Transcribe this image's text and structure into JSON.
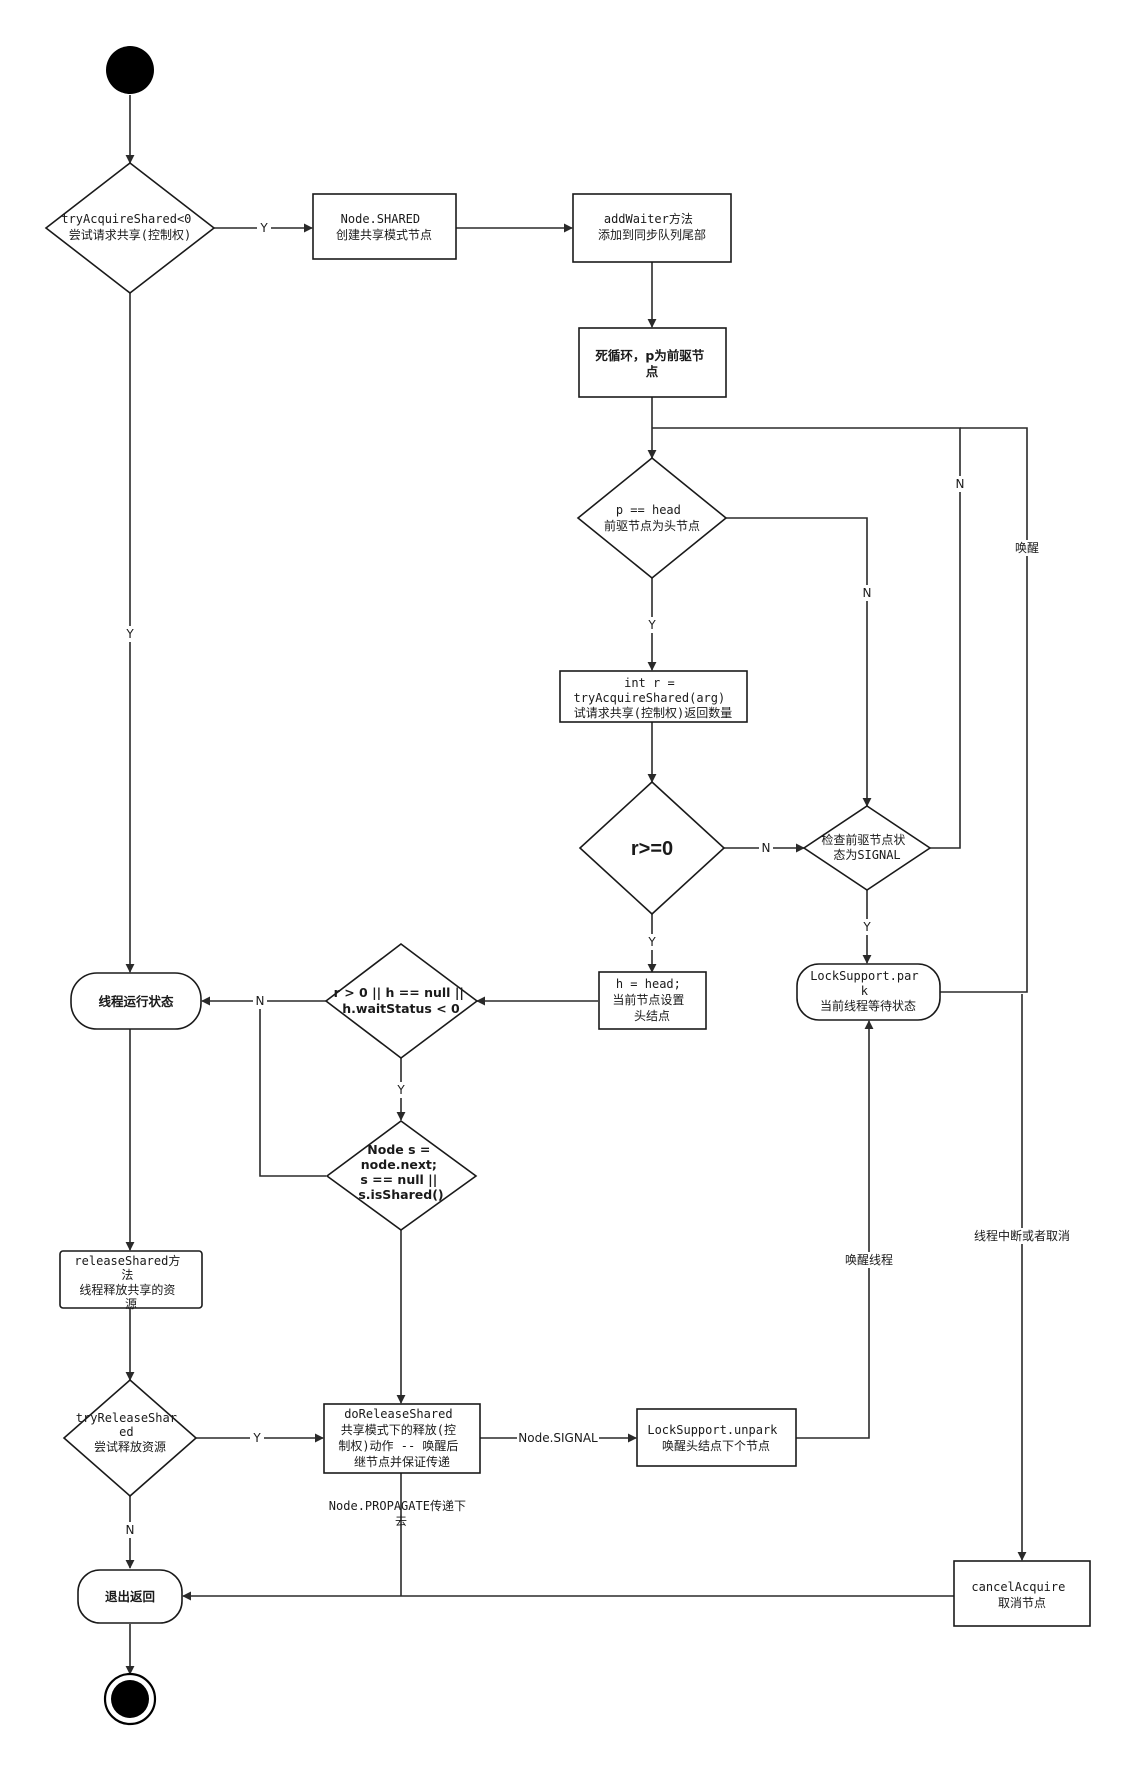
{
  "nodes": {
    "tryAcquire": [
      "tryAcquireShared<0",
      "尝试请求共享(控制权)"
    ],
    "nodeShared": [
      "Node.SHARED",
      "创建共享模式节点"
    ],
    "addWaiter": [
      "addWaiter方法",
      "添加到同步队列尾部"
    ],
    "loop": [
      "死循环，p为前驱节",
      "点"
    ],
    "pHead": [
      "p == head",
      "前驱节点为头节点"
    ],
    "intR": [
      "int r =",
      "tryAcquireShared(arg)",
      "试请求共享(控制权)返回数量"
    ],
    "rGe0": [
      "r>=0"
    ],
    "checkSignal": [
      "检查前驱节点状",
      "态为SIGNAL"
    ],
    "park": [
      "LockSupport.par",
      "k",
      "当前线程等待状态"
    ],
    "setHead": [
      "h = head;",
      "当前节点设置",
      "头结点"
    ],
    "rCond": [
      "r > 0 || h == null ||",
      "h.waitStatus < 0"
    ],
    "nodeS": [
      "Node s =",
      "node.next;",
      "s == null ||",
      "s.isShared()"
    ],
    "running": [
      "线程运行状态"
    ],
    "releaseShared": [
      "releaseShared方",
      "法",
      "线程释放共享的资",
      "源"
    ],
    "tryRelease": [
      "tryReleaseShar",
      "ed",
      "尝试释放资源"
    ],
    "doRelease": [
      "doReleaseShared",
      "共享模式下的释放(控",
      "制权)动作 -- 唤醒后",
      "继节点并保证传递"
    ],
    "unpark": [
      "LockSupport.unpark",
      "唤醒头结点下个节点"
    ],
    "exit": [
      "退出返回"
    ],
    "cancel": [
      "cancelAcquire",
      "取消节点"
    ]
  },
  "edge_labels": {
    "y": "Y",
    "n": "N",
    "wake": "唤醒",
    "wake_thread": "唤醒线程",
    "interrupt": "线程中断或者取消",
    "signal": "Node.SIGNAL",
    "propagate": [
      "Node.PROPAGATE传递下",
      "去"
    ]
  }
}
